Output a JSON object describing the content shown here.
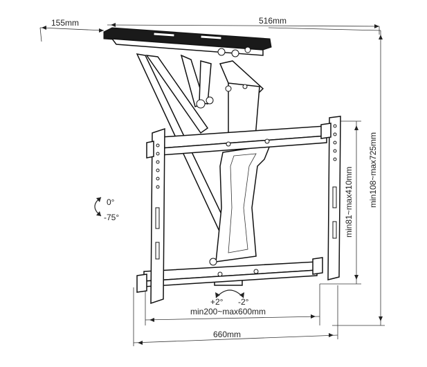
{
  "dimensions": {
    "ceiling_depth": "155mm",
    "ceiling_width": "516mm",
    "overall_height": "min108~max725mm",
    "vesa_vertical": "min81~max410mm",
    "vesa_horizontal": "min200~max600mm",
    "overall_width": "660mm"
  },
  "rotation": {
    "tilt_top": "0°",
    "tilt_bottom": "-75°",
    "level_plus": "+2°",
    "level_minus": "-2°"
  }
}
